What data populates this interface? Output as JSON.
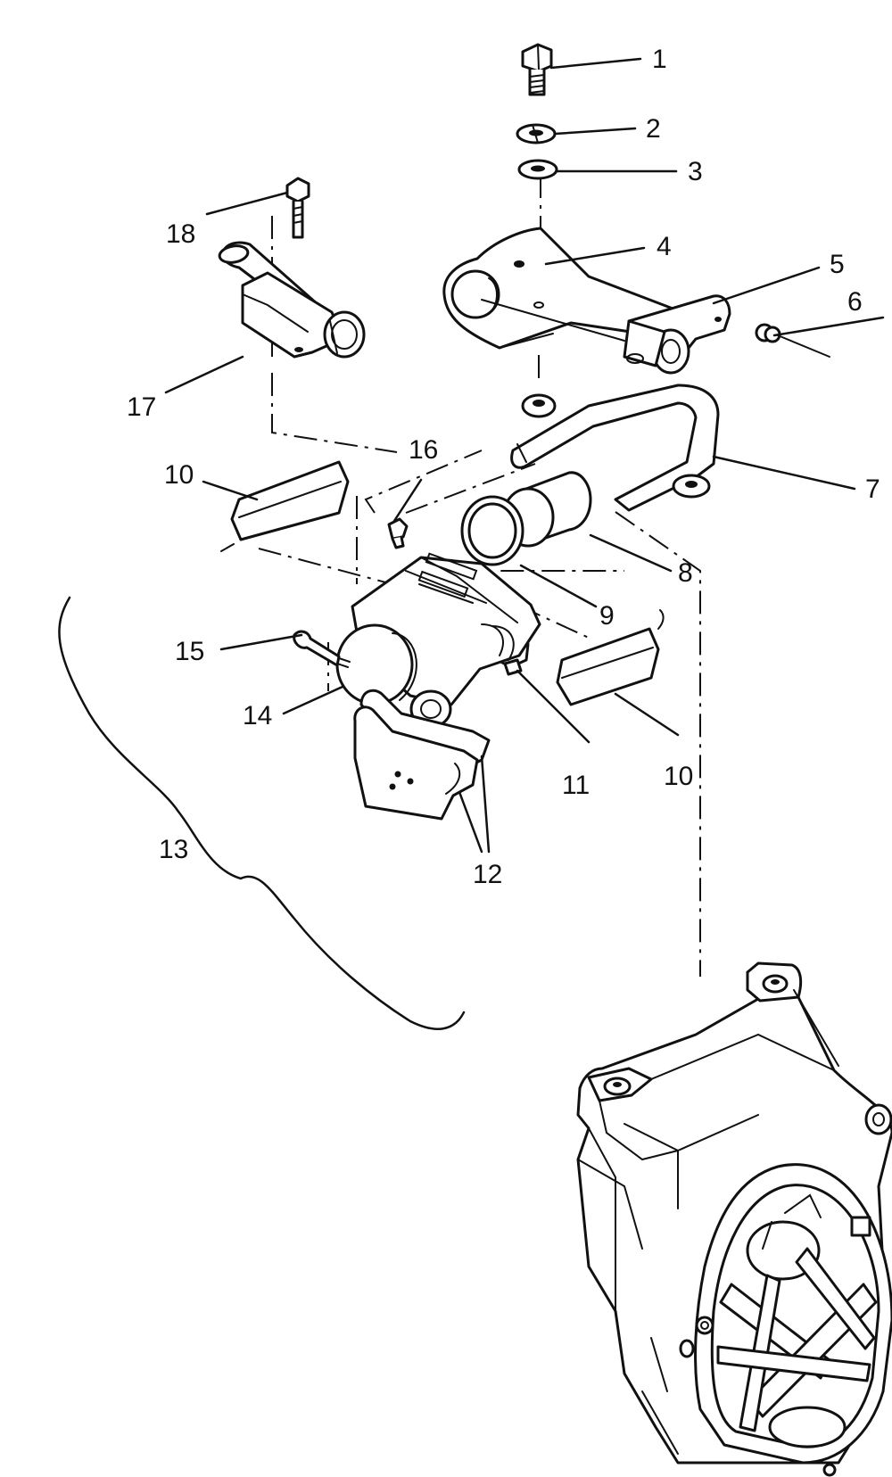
{
  "diagram": {
    "callouts": [
      {
        "id": "c1",
        "text": "1"
      },
      {
        "id": "c2",
        "text": "2"
      },
      {
        "id": "c3",
        "text": "3"
      },
      {
        "id": "c4",
        "text": "4"
      },
      {
        "id": "c5",
        "text": "5"
      },
      {
        "id": "c6",
        "text": "6"
      },
      {
        "id": "c7",
        "text": "7"
      },
      {
        "id": "c8",
        "text": "8"
      },
      {
        "id": "c9",
        "text": "9"
      },
      {
        "id": "c10a",
        "text": "10"
      },
      {
        "id": "c10b",
        "text": "10"
      },
      {
        "id": "c11",
        "text": "11"
      },
      {
        "id": "c12",
        "text": "12"
      },
      {
        "id": "c13",
        "text": "13"
      },
      {
        "id": "c14",
        "text": "14"
      },
      {
        "id": "c15",
        "text": "15"
      },
      {
        "id": "c16",
        "text": "16"
      },
      {
        "id": "c17",
        "text": "17"
      },
      {
        "id": "c18",
        "text": "18"
      }
    ]
  }
}
